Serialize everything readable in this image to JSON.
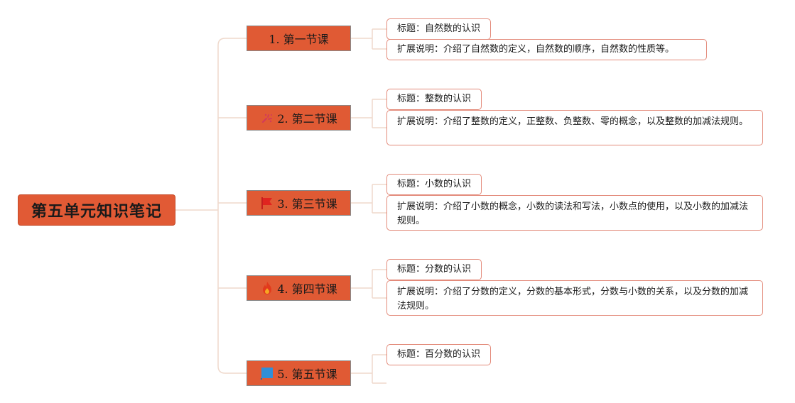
{
  "root": {
    "label": "第五单元知识笔记"
  },
  "lessons": [
    {
      "label": "1. 第一节课",
      "icon": "none",
      "title": "标题：自然数的认识",
      "desc": "扩展说明：介绍了自然数的定义，自然数的顺序，自然数的性质等。"
    },
    {
      "label": "2. 第二节课",
      "icon": "sparkle-icon",
      "title": "标题：整数的认识",
      "desc": "扩展说明：介绍了整数的定义，正整数、负整数、零的概念，以及整数的加减法规则。"
    },
    {
      "label": "3. 第三节课",
      "icon": "red-flag-icon",
      "title": "标题：小数的认识",
      "desc": "扩展说明：介绍了小数的概念，小数的读法和写法，小数点的使用，以及小数的加减法规则。"
    },
    {
      "label": "4. 第四节课",
      "icon": "fire-icon",
      "title": "标题：分数的认识",
      "desc": "扩展说明：介绍了分数的定义，分数的基本形式，分数与小数的关系，以及分数的加减法规则。"
    },
    {
      "label": "5. 第五节课",
      "icon": "blue-flag-icon",
      "title": "标题：百分数的认识",
      "desc": ""
    }
  ],
  "colors": {
    "node_fill": "#e05a34",
    "leaf_border": "#e38a7a",
    "connector": "#efd9cc"
  }
}
